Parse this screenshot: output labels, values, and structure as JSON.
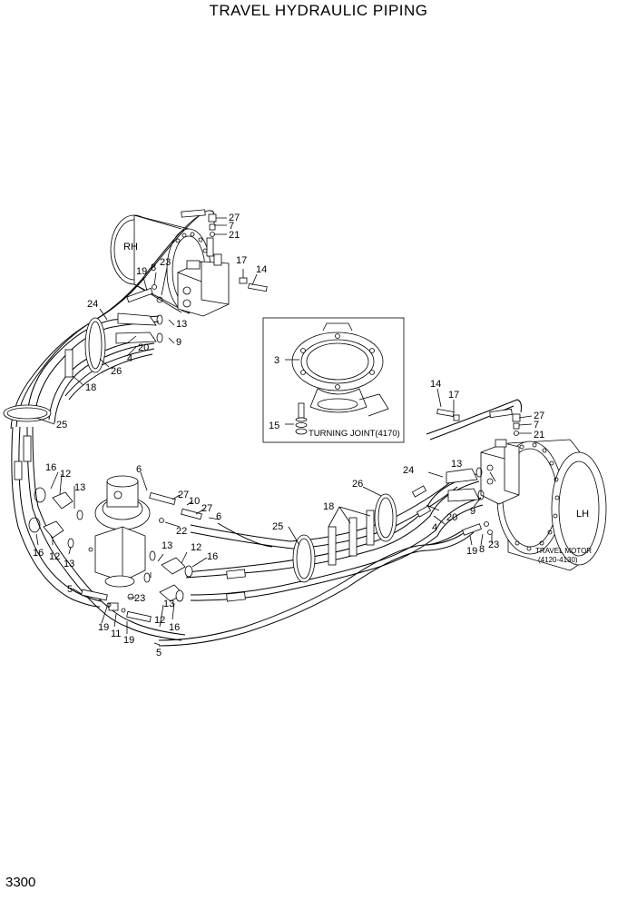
{
  "title": "TRAVEL HYDRAULIC PIPING",
  "page_number": "3300",
  "inset": {
    "label": "TURNING JOINT(4170)",
    "callouts": {
      "ring": "3",
      "bolt": "15"
    }
  },
  "motors": {
    "right": "RH",
    "left": "LH",
    "caption_line1": "TRAVEL MOTOR",
    "caption_line2": "(4120-4130)"
  },
  "callouts": {
    "c27a": "27",
    "c7a": "7",
    "c21a": "21",
    "c17a": "17",
    "c14a": "14",
    "c19a": "19",
    "c8a": "8",
    "c23a": "23",
    "c24a": "24",
    "c13a": "13",
    "c9a": "9",
    "c20a": "20",
    "c4a": "4",
    "c26a": "26",
    "c18a": "18",
    "c25a": "25",
    "c14b": "14",
    "c17b": "17",
    "c27b": "27",
    "c7b": "7",
    "c21b": "21",
    "c24b": "24",
    "c13b": "13",
    "c26b": "26",
    "c18b": "18",
    "c25b": "25",
    "c20b": "20",
    "c4b": "4",
    "c9b": "9",
    "c19b": "19",
    "c8b": "8",
    "c23b": "23",
    "c6a": "6",
    "c27c": "27",
    "c10a": "10",
    "c27d": "27",
    "c6b": "6",
    "c22a": "22",
    "c16a": "16",
    "c12a": "12",
    "c13c": "13",
    "c16b": "16",
    "c12b": "12",
    "c13d": "13",
    "c13e": "13",
    "c12c": "12",
    "c16c": "16",
    "c13f": "13",
    "c12d": "12",
    "c16d": "16",
    "c23c": "23",
    "c5a": "5",
    "c19c": "19",
    "c11a": "11",
    "c19d": "19",
    "c5b": "5"
  }
}
